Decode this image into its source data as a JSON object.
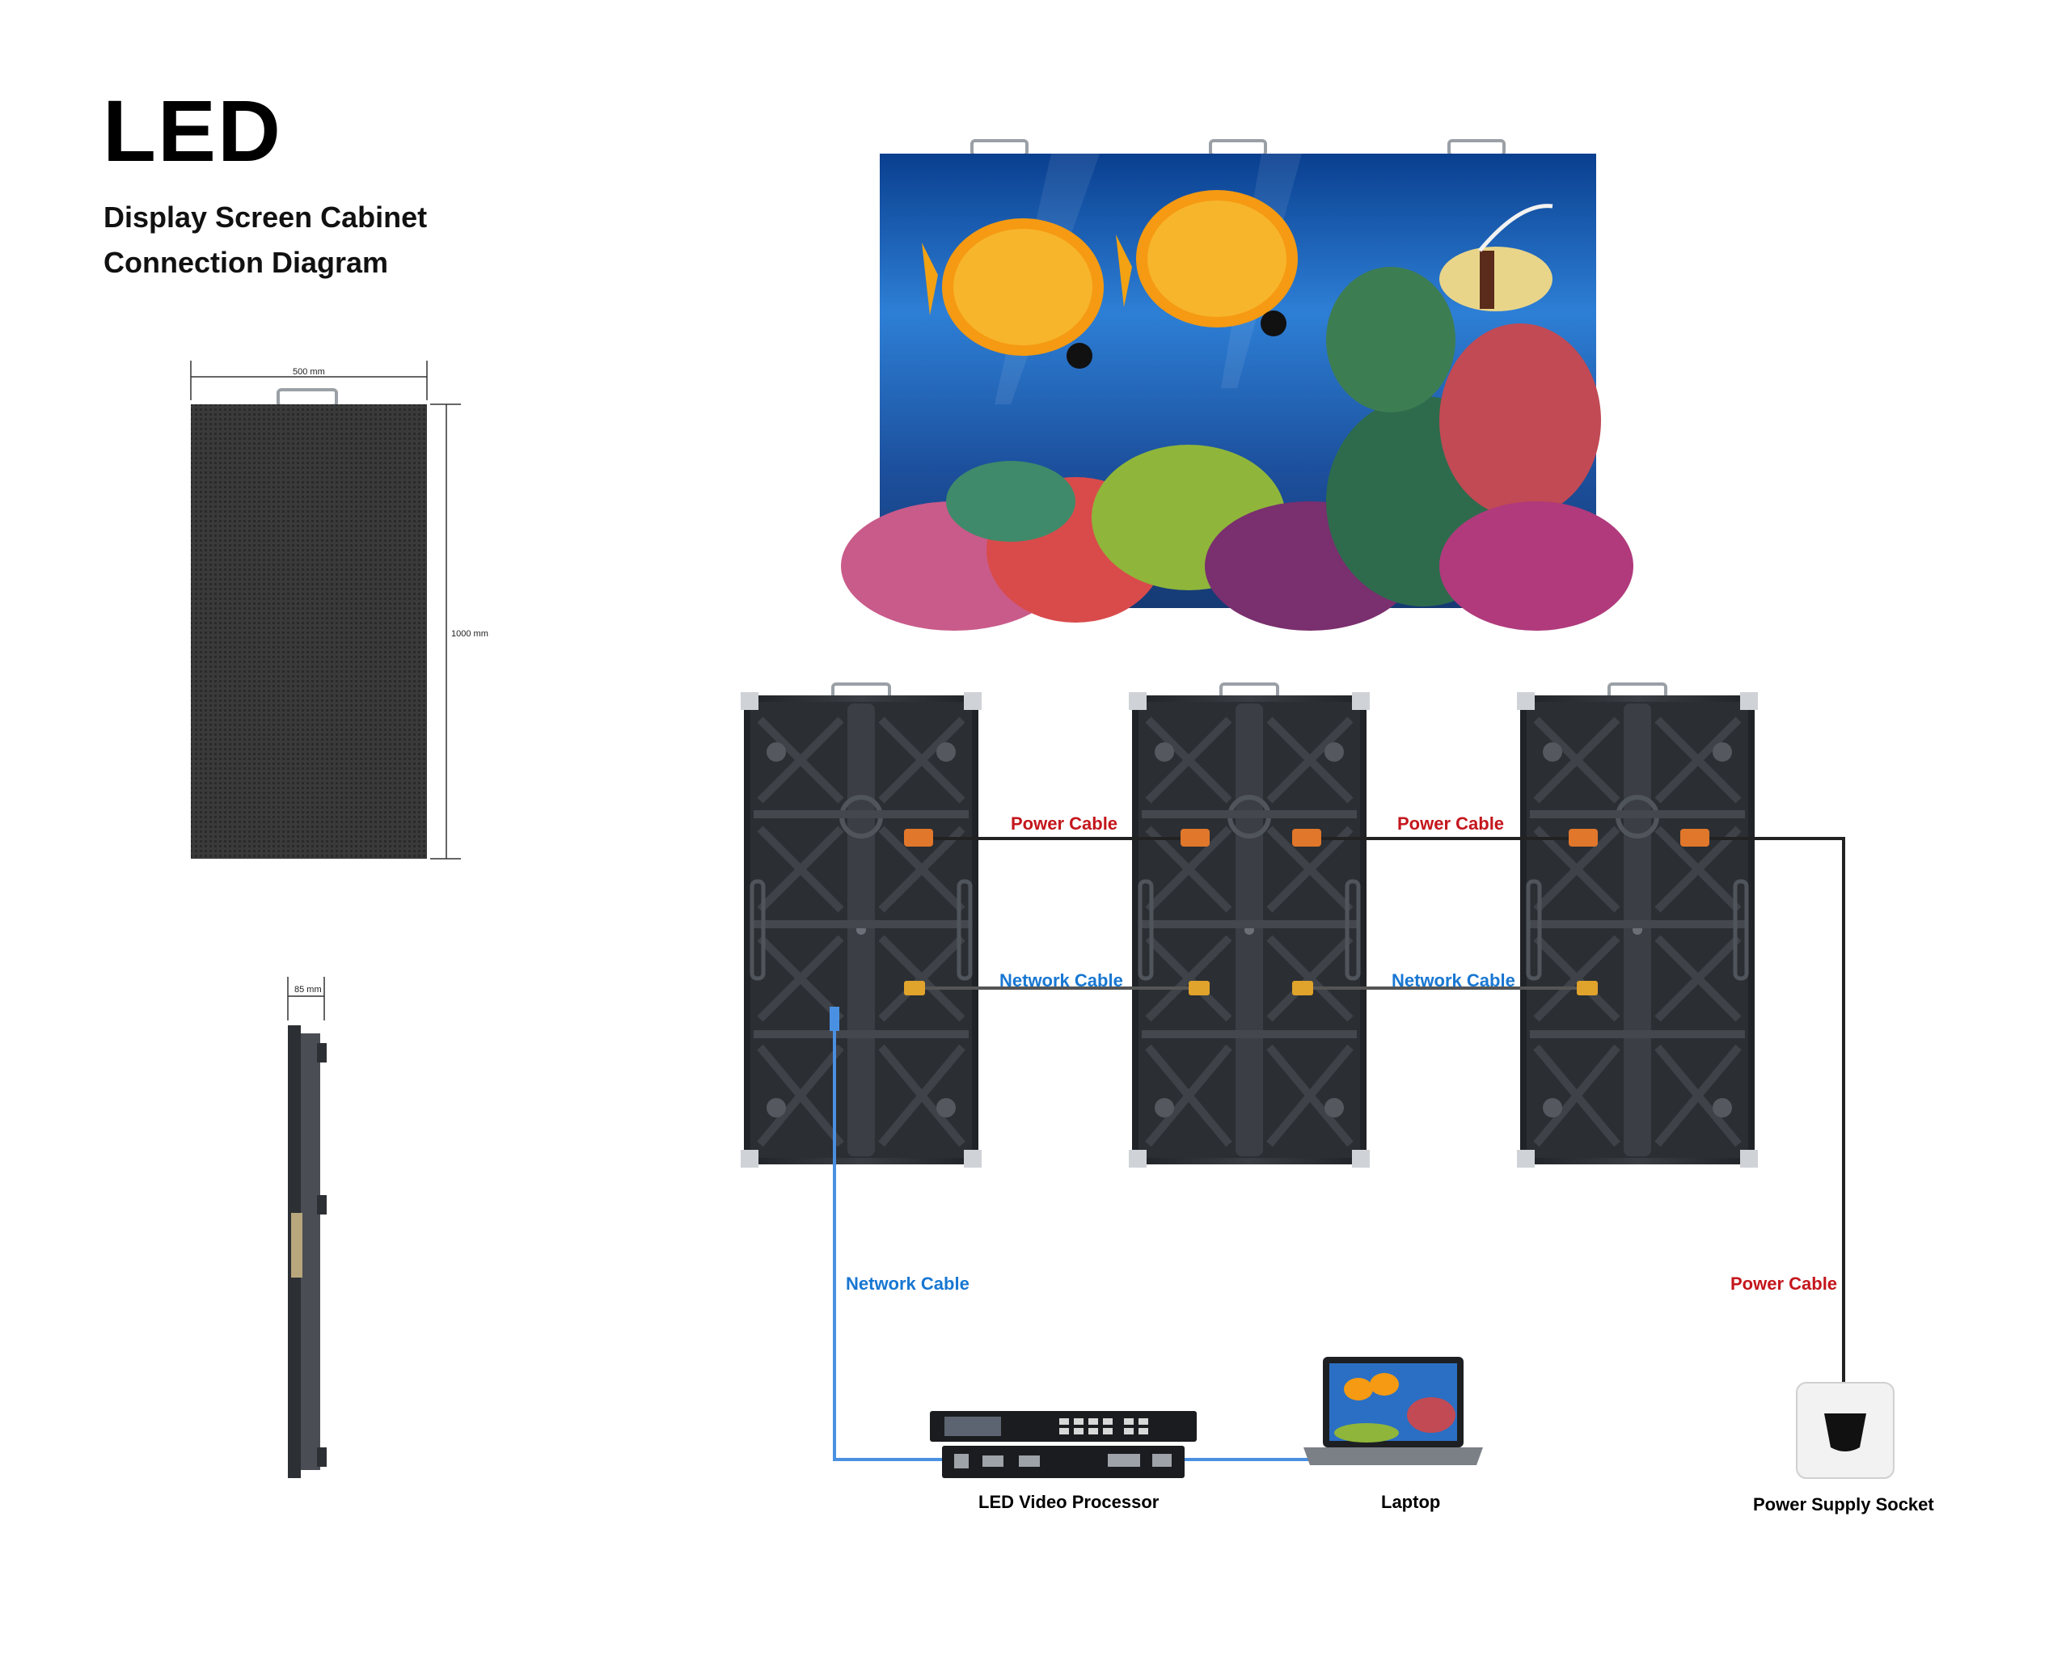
{
  "header": {
    "title": "LED",
    "subtitle_line1": "Display Screen Cabinet",
    "subtitle_line2": "Connection Diagram"
  },
  "dimensions": {
    "width": "500 mm",
    "height": "1000 mm",
    "depth": "85 mm"
  },
  "cables": {
    "power_1": "Power Cable",
    "power_2": "Power Cable",
    "power_3": "Power Cable",
    "network_1": "Network Cable",
    "network_2": "Network Cable",
    "network_3": "Network Cable"
  },
  "devices": {
    "processor": "LED Video Processor",
    "laptop": "Laptop",
    "socket": "Power Supply Socket"
  },
  "colors": {
    "power": "#c4161c",
    "network": "#1877d2",
    "cabinet": "#2b2e33"
  }
}
